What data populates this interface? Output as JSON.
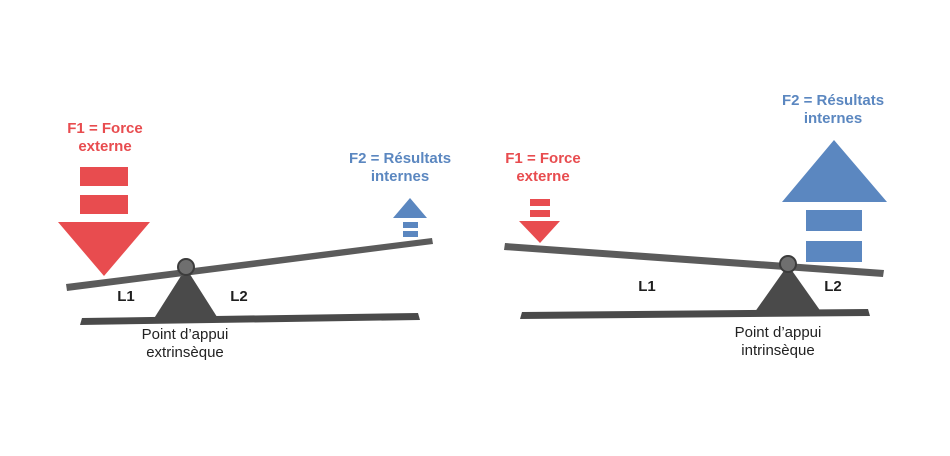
{
  "left": {
    "f1": [
      "F1 = Force",
      "externe"
    ],
    "f2": [
      "F2 = Résultats",
      "internes"
    ],
    "l1": "L1",
    "l2": "L2",
    "fulcrum": [
      "Point d’appui",
      "extrinsèque"
    ]
  },
  "right": {
    "f1": [
      "F1 = Force",
      "externe"
    ],
    "f2": [
      "F2 = Résultats",
      "internes"
    ],
    "l1": "L1",
    "l2": "L2",
    "fulcrum": [
      "Point d’appui",
      "intrinsèque"
    ]
  },
  "colors": {
    "force": "#e84c4f",
    "result": "#5b87c0",
    "lever": "#5b5b5b",
    "base": "#4a4a4a"
  }
}
